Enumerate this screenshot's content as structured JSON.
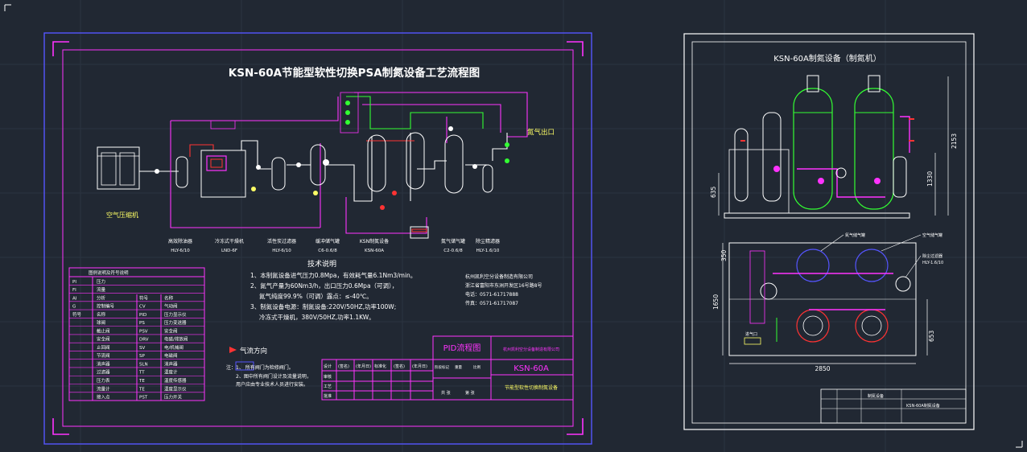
{
  "sheet1": {
    "title": "KSN-60A节能型软性切换PSA制氮设备工艺流程图",
    "compressor_label": "空气压缩机",
    "nitrogen_outlet": "氮气出口",
    "equipment_labels": [
      {
        "name": "高效除油器",
        "code": "HLY-6/10"
      },
      {
        "name": "冷冻式干燥机",
        "code": "LND-6F"
      },
      {
        "name": "活性炭过滤器",
        "code": "HLY-6/10"
      },
      {
        "name": "缓冲储气罐",
        "code": "C6-0.6/8"
      },
      {
        "name": "KSN制氮设备",
        "code": "KSN-60A"
      },
      {
        "name": "氮气储气罐",
        "code": "C2-0.6/8"
      },
      {
        "name": "除尘精滤器",
        "code": "HLY-1.6/10"
      }
    ],
    "tech_title": "技术说明",
    "tech_lines": [
      "1、本制氮设备进气压力0.8Mpa，有效耗气量6.1Nm3/min。",
      "2、氮气产量为60Nm3/h，出口压力0.6Mpa（可调），",
      "氮气纯度99.9%（可调）露点：≤-40℃。",
      "3、制氮设备电源：制氮设备:220V/50HZ,功率100W;",
      "冷冻式干燥机，380V/50HZ,功率1.1KW。"
    ],
    "company_lines": [
      "杭州凯利空分设备制造有限公司",
      "浙江省富阳市东洲开发区16号路8号",
      "电话：0571-61717888",
      "传真：0571-61717087"
    ],
    "airflow_label": "气流方向",
    "notes": [
      "注：1、        所有阀门为检修阀门。",
      "2、图中所有阀门设计及流量说明，",
      "用户应由专业技术人员进行安装。"
    ],
    "pid_title": "PID流程图",
    "model": "KSN-60A",
    "product_name": "节能型软性切换制氮设备",
    "legend_header": "图例说明及符号说明",
    "legend_rows": [
      [
        "PI",
        "压力",
        "",
        ""
      ],
      [
        "FI",
        "流量",
        "",
        ""
      ],
      [
        "AI",
        "分析",
        "符号",
        "名称"
      ],
      [
        "G",
        "控制编号",
        "CV",
        "气动阀"
      ],
      [
        "符号",
        "名称",
        "PID",
        "压力显示仪"
      ],
      [
        "",
        "球阀",
        "PS",
        "压力变送器"
      ],
      [
        "",
        "截止阀",
        "PSV",
        "安全阀"
      ],
      [
        "",
        "安全阀",
        "DRV",
        "电磁/排放阀"
      ],
      [
        "",
        "止回阀",
        "SV",
        "电/机械阀"
      ],
      [
        "",
        "节流阀",
        "SP",
        "电磁阀"
      ],
      [
        "",
        "消声器",
        "SLN",
        "消声器"
      ],
      [
        "",
        "过滤器",
        "TT",
        "温度计"
      ],
      [
        "",
        "压力表",
        "TE",
        "温度传感器"
      ],
      [
        "",
        "流量计",
        "TE",
        "温度显示仪"
      ],
      [
        "",
        "接入点",
        "PST",
        "压力开关"
      ]
    ],
    "title_block_cells": [
      "设计",
      "(签名)",
      "(年月日)",
      "标准化",
      "(签名)",
      "(年月日)",
      "审核",
      "工艺",
      "批准",
      "阶段标记",
      "重量",
      "比例",
      "共 张",
      "第 张"
    ]
  },
  "sheet2": {
    "title": "KSN-60A制氮设备（制氮机）",
    "dims": [
      "2153",
      "1330",
      "635",
      "350",
      "1650",
      "653",
      "2850"
    ],
    "callouts": [
      "氮气储气罐",
      "空气储气罐",
      "除尘过滤器",
      "HLY-1.6/10",
      "进气口"
    ],
    "title_block": [
      "制氮设备",
      "KSN-60A制氮设备"
    ]
  },
  "colors": {
    "background": "#212833",
    "frame_blue": "#5555ff",
    "magenta": "#ff33ff",
    "yellow": "#ffff66",
    "red": "#ff3333",
    "green": "#33ff33",
    "white": "#ffffff"
  }
}
